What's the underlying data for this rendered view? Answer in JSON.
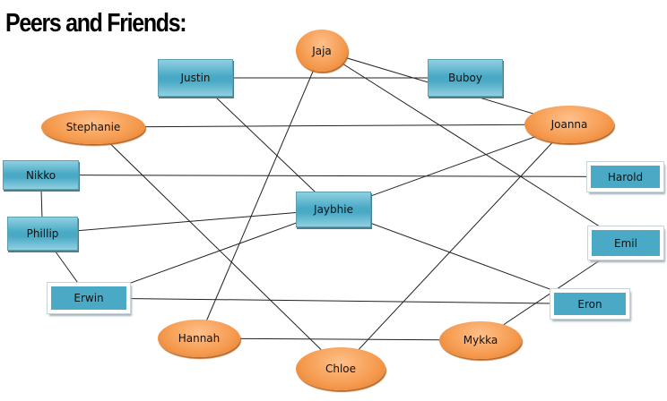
{
  "title": "Peers and Friends:",
  "nodes": {
    "jaja": "Jaja",
    "justin": "Justin",
    "buboy": "Buboy",
    "stephanie": "Stephanie",
    "joanna": "Joanna",
    "nikko": "Nikko",
    "harold": "Harold",
    "jaybhie": "Jaybhie",
    "phillip": "Phillip",
    "emil": "Emil",
    "erwin": "Erwin",
    "eron": "Eron",
    "hannah": "Hannah",
    "mykka": "Mykka",
    "chloe": "Chloe"
  },
  "edges": [
    [
      "justin",
      "buboy"
    ],
    [
      "justin",
      "jaybhie"
    ],
    [
      "jaja",
      "hannah"
    ],
    [
      "jaja",
      "emil"
    ],
    [
      "jaja",
      "joanna"
    ],
    [
      "stephanie",
      "joanna"
    ],
    [
      "stephanie",
      "chloe"
    ],
    [
      "nikko",
      "harold"
    ],
    [
      "nikko",
      "phillip"
    ],
    [
      "phillip",
      "jaybhie"
    ],
    [
      "phillip",
      "erwin"
    ],
    [
      "erwin",
      "eron"
    ],
    [
      "erwin",
      "jaybhie"
    ],
    [
      "jaybhie",
      "joanna"
    ],
    [
      "jaybhie",
      "eron"
    ],
    [
      "hannah",
      "mykka"
    ],
    [
      "chloe",
      "joanna"
    ],
    [
      "mykka",
      "emil"
    ]
  ]
}
